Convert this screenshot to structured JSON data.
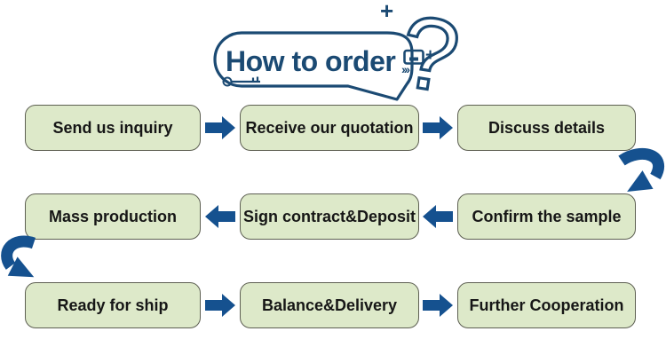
{
  "colors": {
    "accent_blue": "#15518f",
    "title_blue": "#1b4a73",
    "box_fill": "#dde9c9",
    "box_border": "#5d5f52",
    "box_text": "#161616",
    "background": "#ffffff"
  },
  "title": {
    "text": "How to order"
  },
  "decorations": {
    "question_mark": "?",
    "plus_top": "+",
    "plus_side": "+",
    "chevrons": "›››"
  },
  "flow": {
    "rows": [
      {
        "direction": "right",
        "cells": [
          "Send us inquiry",
          "Receive our quotation",
          "Discuss details"
        ]
      },
      {
        "direction": "left",
        "cells": [
          "Mass production",
          "Sign contract&Deposit",
          "Confirm the sample"
        ]
      },
      {
        "direction": "right",
        "cells": [
          "Ready for ship",
          "Balance&Delivery",
          "Further Cooperation"
        ]
      }
    ],
    "connectors": [
      {
        "from": "Discuss details",
        "to": "Confirm the sample",
        "shape": "curve-right-down"
      },
      {
        "from": "Mass production",
        "to": "Ready for ship",
        "shape": "curve-left-down"
      }
    ]
  }
}
